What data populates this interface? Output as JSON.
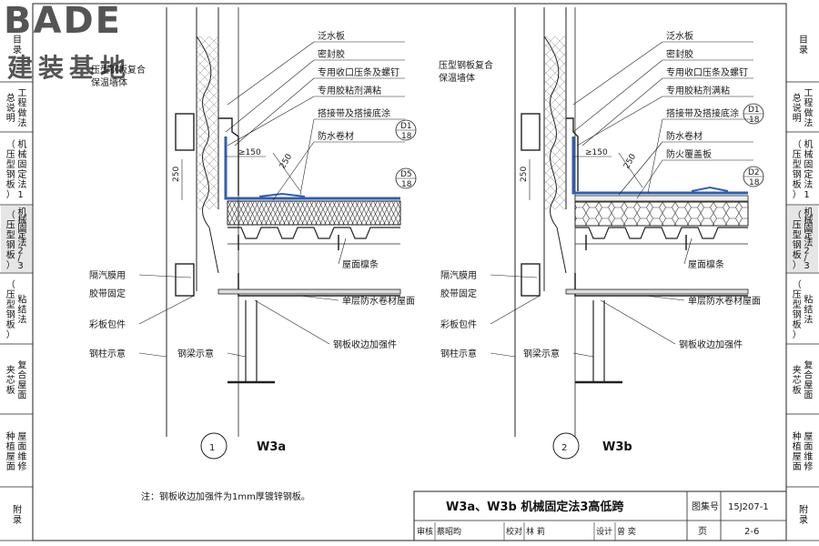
{
  "logo": {
    "brand": "BADE",
    "subtitle": "建装基地"
  },
  "sidebar": [
    {
      "lines": [
        "目",
        "录"
      ]
    },
    {
      "lines": [
        "总",
        "说",
        "明"
      ],
      "second": [
        "工",
        "程",
        "做",
        "法"
      ]
    },
    {
      "lines": [
        "（",
        "压",
        "型",
        "钢",
        "板",
        "）"
      ],
      "second": [
        "机",
        "械",
        "固",
        "定",
        "法",
        "1"
      ]
    },
    {
      "lines": [
        "（",
        "压",
        "型",
        "钢",
        "板",
        "）"
      ],
      "second": [
        "机",
        "械",
        "固",
        "定",
        "法",
        "2",
        "/",
        "3"
      ]
    },
    {
      "lines": [
        "（",
        "压",
        "型",
        "钢",
        "板",
        "）"
      ],
      "second": [
        "粘",
        "结",
        "法"
      ]
    },
    {
      "lines": [
        "夹",
        "芯",
        "板"
      ],
      "second": [
        "复",
        "合",
        "屋",
        "面"
      ]
    },
    {
      "lines": [
        "种",
        "植",
        "屋",
        "面"
      ],
      "second": [
        "屋",
        "面",
        "维",
        "修"
      ]
    },
    {
      "lines": [
        "附",
        "录"
      ]
    }
  ],
  "sidebar_right": [
    {
      "lines": [
        "目",
        "录"
      ]
    },
    {
      "lines": [
        "总",
        "说",
        "明"
      ],
      "second": [
        "工",
        "程",
        "做",
        "法"
      ]
    },
    {
      "lines": [
        "（",
        "压",
        "型",
        "钢",
        "板",
        "）"
      ],
      "second": [
        "机",
        "械",
        "固",
        "定",
        "法",
        "1"
      ]
    },
    {
      "lines": [
        "（",
        "压",
        "型",
        "钢",
        "板",
        "）"
      ],
      "second": [
        "机",
        "械",
        "固",
        "定",
        "法",
        "2",
        "/",
        "3"
      ]
    },
    {
      "lines": [
        "（",
        "压",
        "型",
        "钢",
        "板",
        "）"
      ],
      "second": [
        "粘",
        "结",
        "法"
      ]
    },
    {
      "lines": [
        "夹",
        "芯",
        "板"
      ],
      "second": [
        "复",
        "合",
        "屋",
        "面"
      ]
    },
    {
      "lines": [
        "种",
        "植",
        "屋",
        "面"
      ],
      "second": [
        "屋",
        "面",
        "维",
        "修"
      ]
    },
    {
      "lines": [
        "附",
        "录"
      ]
    }
  ],
  "detail_a": {
    "wall_label": [
      "压型钢板复合",
      "保温墙体"
    ],
    "callouts": [
      "泛水板",
      "密封胶",
      "专用收口压条及螺钉",
      "专用胶粘剂满粘",
      "搭接带及搭接底涂",
      "防水卷材"
    ],
    "lower_right": [
      "屋面檩条",
      "单层防水卷材屋面",
      "钢板收边加强件"
    ],
    "lower_left": [
      "隔汽膜用",
      "胶带固定",
      "彩板包件",
      "钢柱示意",
      "钢梁示意"
    ],
    "dims": [
      "250",
      "≥150",
      "250"
    ],
    "ref1": {
      "top": "D1",
      "bottom": "18"
    },
    "ref2": {
      "top": "D5",
      "bottom": "18"
    },
    "number": "1",
    "name": "W3a"
  },
  "detail_b": {
    "wall_label": [
      "压型钢板复合",
      "保温墙体"
    ],
    "callouts": [
      "泛水板",
      "密封胶",
      "专用收口压条及螺钉",
      "专用胶粘剂满粘",
      "搭接带及搭接底涂",
      "防水卷材",
      "防火覆盖板"
    ],
    "lower_right": [
      "屋面檩条",
      "单层防水卷材屋面",
      "钢板收边加强件"
    ],
    "lower_left": [
      "隔汽膜用",
      "胶带固定",
      "彩板包件",
      "钢柱示意",
      "钢梁示意"
    ],
    "dims": [
      "250",
      "≥150",
      "250"
    ],
    "ref1": {
      "top": "D1",
      "bottom": "18"
    },
    "ref2": {
      "top": "D2",
      "bottom": "18"
    },
    "number": "2",
    "name": "W3b"
  },
  "note": "注：钢板收边加强件为1mm厚镀锌钢板。",
  "title_block": {
    "title": "W3a、W3b 机械固定法3高低跨",
    "atlas_label": "图集号",
    "atlas_no": "15J207-1",
    "page_label": "页",
    "page_no": "2-6",
    "review_label": "审核",
    "reviewer": "蔡昭昀",
    "check_label": "校对",
    "checker": "林 莉",
    "design_label": "设计",
    "designer": "曾 奕"
  },
  "colors": {
    "membrane": "#2f5fb0",
    "line": "#1a1a1a"
  }
}
